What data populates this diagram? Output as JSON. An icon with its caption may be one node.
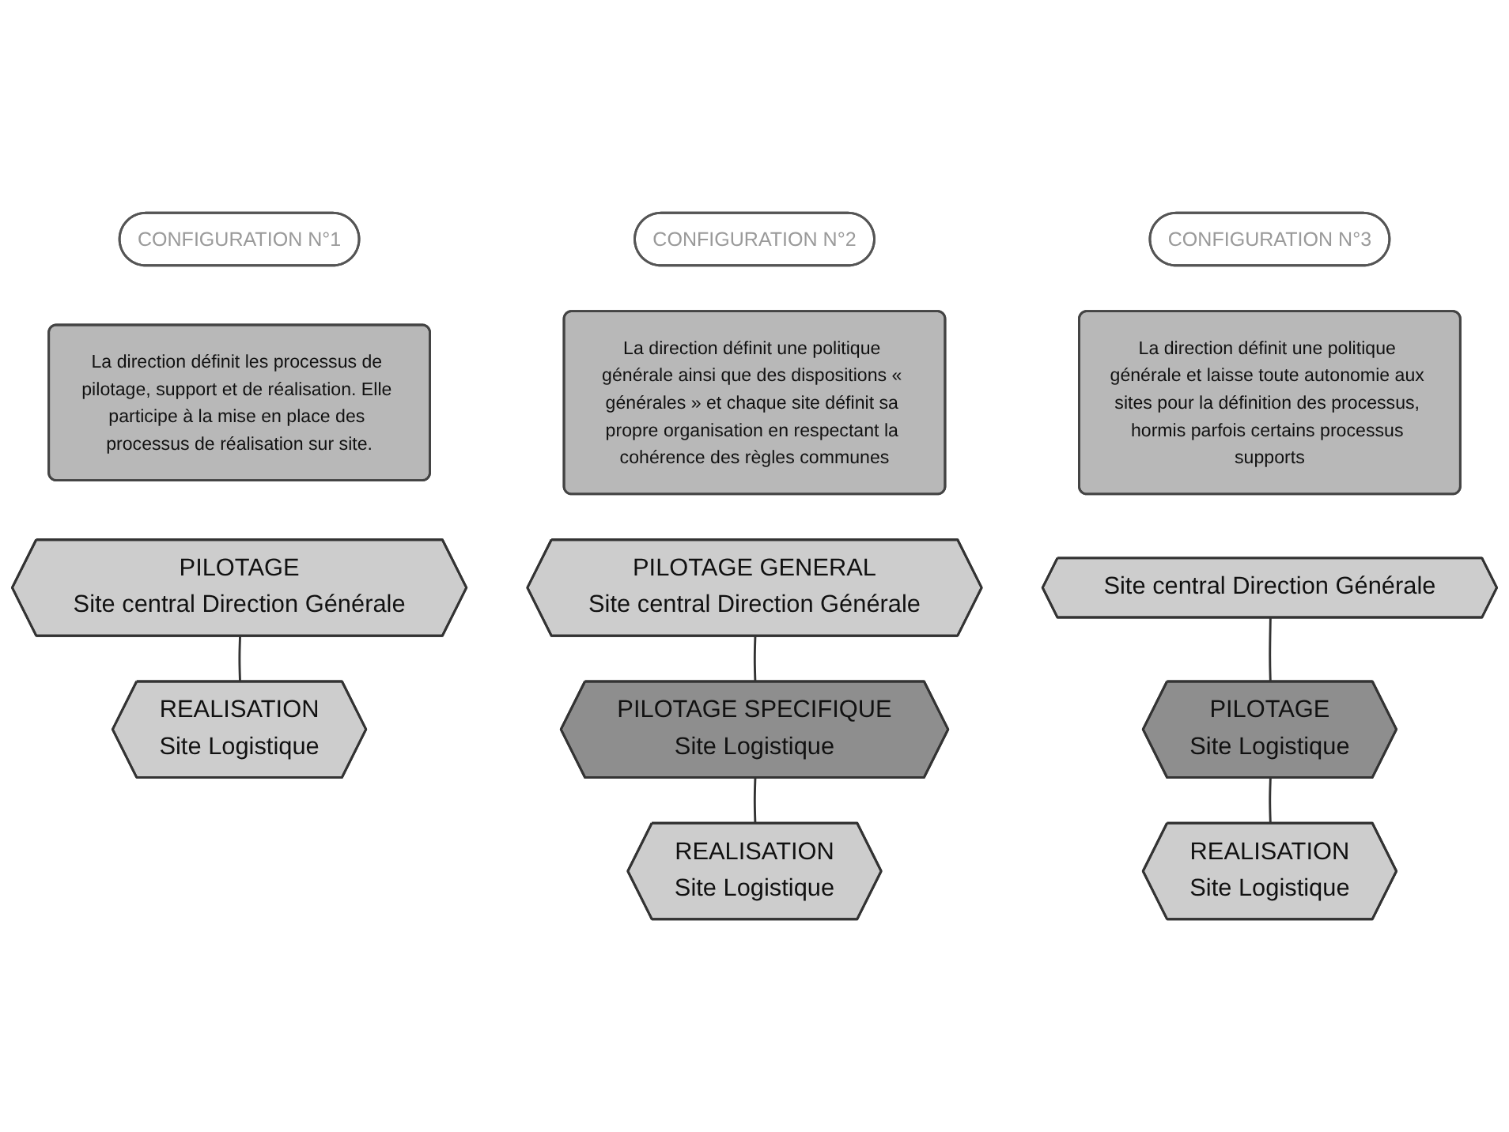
{
  "diagram": {
    "nodes": [
      {
        "text": [
          "CONFIGURATION N°1"
        ]
      },
      {
        "text": [
          "La direction définit les processus de pilotage, support et de réalisation. Elle participe à la mise en place des processus de réalisation sur site."
        ]
      },
      {
        "text": [
          "PILOTAGE",
          "Site central Direction Générale"
        ]
      },
      {
        "text": [
          "REALISATION",
          "Site Logistique"
        ]
      },
      {
        "text": [
          "CONFIGURATION N°2"
        ]
      },
      {
        "text": [
          "La direction définit une politique générale ainsi que des dispositions « générales » et chaque site définit sa propre organisation en respectant la cohérence des règles communes"
        ]
      },
      {
        "text": [
          "PILOTAGE GENERAL",
          "Site central Direction Générale"
        ]
      },
      {
        "text": [
          "PILOTAGE SPECIFIQUE",
          "Site Logistique"
        ]
      },
      {
        "text": [
          "REALISATION",
          "Site Logistique"
        ]
      },
      {
        "text": [
          "CONFIGURATION N°3"
        ]
      },
      {
        "text": [
          "La direction définit une politique générale et laisse toute autonomie aux sites pour la définition des processus, hormis parfois certains processus supports"
        ]
      },
      {
        "text": [
          "Site central Direction Générale"
        ]
      },
      {
        "text": [
          "PILOTAGE",
          "Site Logistique"
        ]
      },
      {
        "text": [
          "REALISATION",
          "Site Logistique"
        ]
      }
    ],
    "edges": [
      {
        "from": 2,
        "to": 3,
        "arrow": "none"
      },
      {
        "from": 6,
        "to": 7,
        "arrow": "none"
      },
      {
        "from": 7,
        "to": 8,
        "arrow": "none"
      },
      {
        "from": 11,
        "to": 12,
        "arrow": "none"
      },
      {
        "from": 12,
        "to": 13,
        "arrow": "none"
      }
    ]
  }
}
